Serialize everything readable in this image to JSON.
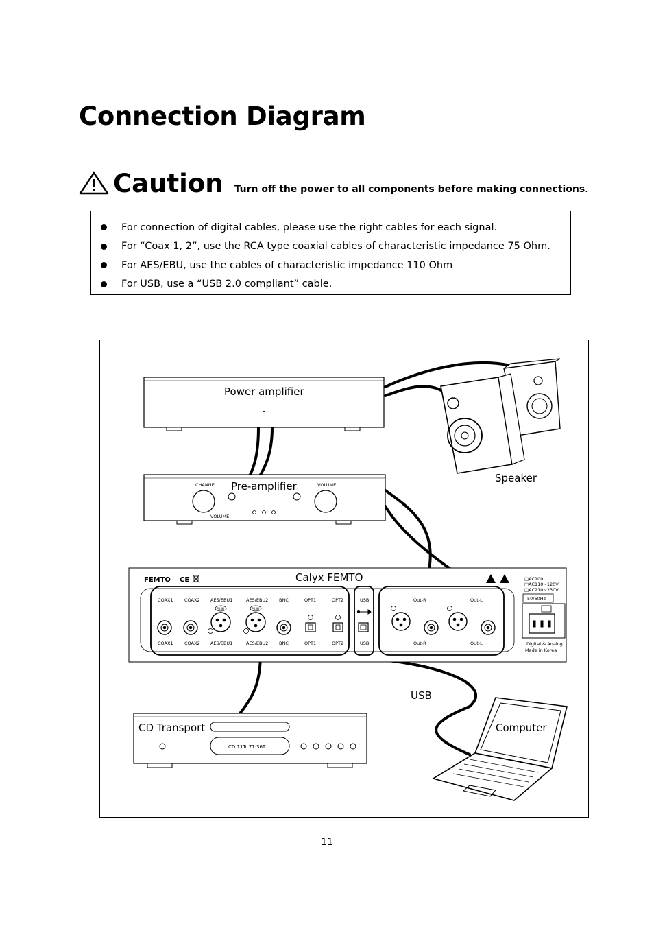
{
  "page": {
    "title": "Connection Diagram",
    "caution": {
      "word": "Caution",
      "note": "Turn off the power to all components before making connections",
      "note_end": "."
    },
    "notes": [
      "For connection of digital cables, please use the right cables for each signal.",
      "For “Coax 1, 2”, use the RCA type coaxial cables of characteristic impedance 75 Ohm.",
      "For AES/EBU, use the cables of characteristic impedance 110 Ohm",
      "For USB, use a “USB 2.0 compliant” cable."
    ],
    "page_number": "11"
  },
  "diagram": {
    "labels": {
      "power_amplifier": "Power amplifier",
      "pre_amplifier": "Pre-amplifier",
      "speaker": "Speaker",
      "calyx_femto": "Calyx FEMTO",
      "usb_cable": "USB",
      "cd_transport": "CD Transport",
      "computer": "Computer"
    },
    "preamp_panel": {
      "channel": "CHANNEL",
      "volume_left": "VOLUME",
      "volume_right": "VOLUME"
    },
    "femto_panel": {
      "brand": "FEMTO",
      "marks": "CE",
      "ports_top": [
        "COAX1",
        "COAX2",
        "AES/EBU1",
        "AES/EBU2",
        "BNC",
        "OPT1",
        "OPT2",
        "USB",
        "Out-R",
        "Out-L"
      ],
      "ports_bottom": [
        "COAX1",
        "COAX2",
        "AES/EBU1",
        "AES/EBU2",
        "BNC",
        "OPT1",
        "OPT2",
        "USB",
        "Out-R",
        "Out-L"
      ],
      "push": "PUSH",
      "voltages": [
        "□AC100",
        "□AC110~120V",
        "□AC210~230V"
      ],
      "frequency": "50/60Hz",
      "footer_1": "Digital & Analog",
      "footer_2": "Made in Korea"
    },
    "cd_display": "CD    11Tr  71:36T"
  }
}
